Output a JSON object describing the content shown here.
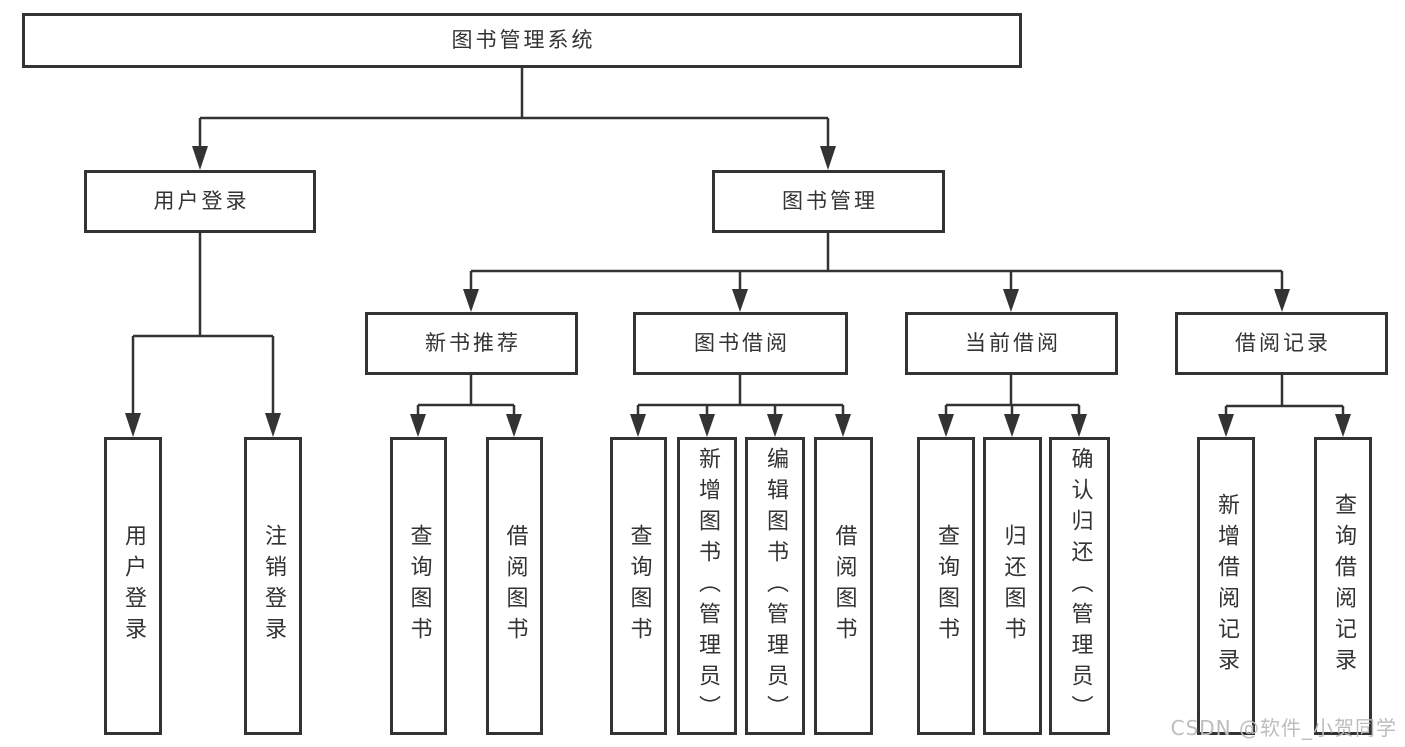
{
  "diagram": {
    "root": {
      "label": "图书管理系统"
    },
    "branches": [
      {
        "label": "用户登录",
        "children": [
          {
            "label": "用户登录"
          },
          {
            "label": "注销登录"
          }
        ]
      },
      {
        "label": "图书管理",
        "children": [
          {
            "label": "新书推荐",
            "children": [
              {
                "label": "查询图书"
              },
              {
                "label": "借阅图书"
              }
            ]
          },
          {
            "label": "图书借阅",
            "children": [
              {
                "label": "查询图书"
              },
              {
                "label": "新增图书（管理员）"
              },
              {
                "label": "编辑图书（管理员）"
              },
              {
                "label": "借阅图书"
              }
            ]
          },
          {
            "label": "当前借阅",
            "children": [
              {
                "label": "查询图书"
              },
              {
                "label": "归还图书"
              },
              {
                "label": "确认归还（管理员）"
              }
            ]
          },
          {
            "label": "借阅记录",
            "children": [
              {
                "label": "新增借阅记录"
              },
              {
                "label": "查询借阅记录"
              }
            ]
          }
        ]
      }
    ],
    "colors": {
      "line": "#333333",
      "text": "#333333",
      "background": "#ffffff"
    }
  },
  "watermark": {
    "text": "CSDN @软件_小贺同学",
    "color": "#bdbdbd"
  }
}
